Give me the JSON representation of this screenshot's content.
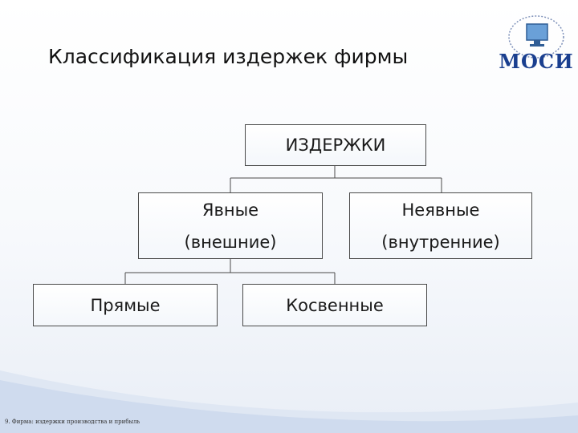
{
  "title": "Классификация издержек фирмы",
  "logo": {
    "text": "МОСИ",
    "icon": "computer-monitor-icon"
  },
  "nodes": {
    "root": {
      "label": "ИЗДЕРЖКИ"
    },
    "explicit": {
      "line1": "Явные",
      "line2": "(внешние)"
    },
    "implicit": {
      "line1": "Неявные",
      "line2": "(внутренние)"
    },
    "direct": {
      "label": "Прямые"
    },
    "indirect": {
      "label": "Косвенные"
    }
  },
  "footer": {
    "text": "9. Фирма: издержки производства и прибыль"
  },
  "colors": {
    "box_border": "#4a4a4a",
    "logo": "#1a3f8f",
    "wave": "#cfdbee"
  }
}
